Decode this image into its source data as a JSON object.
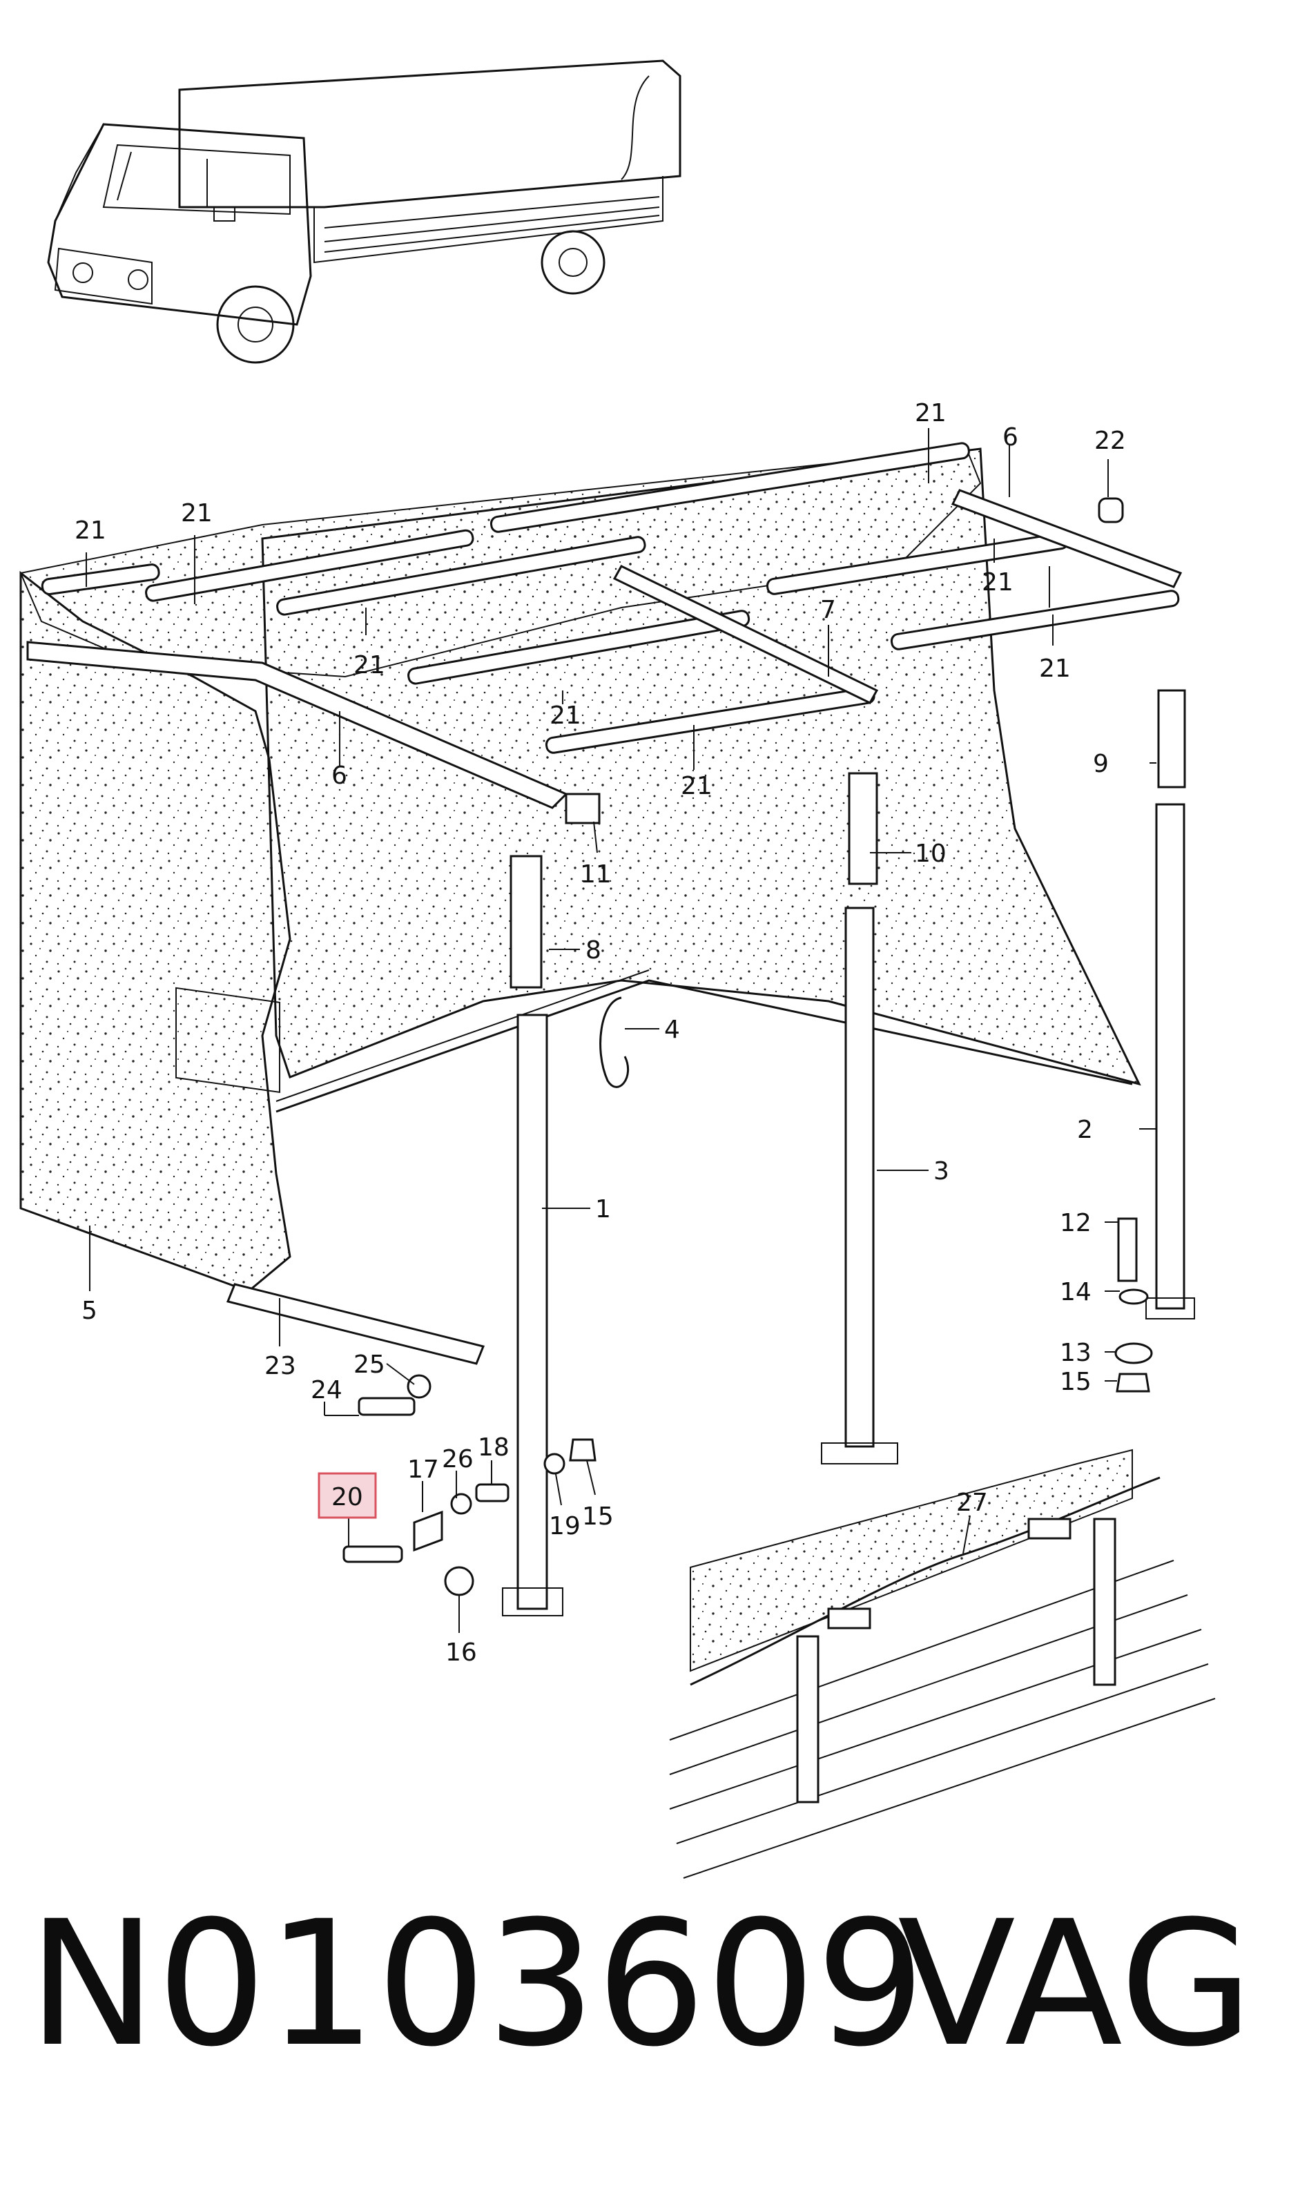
{
  "figure": {
    "part_number": "N0103609",
    "brand": "VAG",
    "highlighted_label": "20",
    "highlight_fill": "#f6d6da",
    "highlight_border": "#d9535f",
    "callouts": {
      "c1": "1",
      "c2": "2",
      "c3": "3",
      "c4": "4",
      "c5": "5",
      "c6a": "6",
      "c6b": "6",
      "c7": "7",
      "c8": "8",
      "c9": "9",
      "c10": "10",
      "c11": "11",
      "c12": "12",
      "c13": "13",
      "c14": "14",
      "c15a": "15",
      "c15b": "15",
      "c16": "16",
      "c17": "17",
      "c18": "18",
      "c19": "19",
      "c20": "20",
      "c21a": "21",
      "c21b": "21",
      "c21c": "21",
      "c21d": "21",
      "c21e": "21",
      "c21f": "21",
      "c21g": "21",
      "c21h": "21",
      "c22": "22",
      "c23": "23",
      "c24": "24",
      "c25": "25",
      "c26": "26",
      "c27": "27"
    }
  }
}
